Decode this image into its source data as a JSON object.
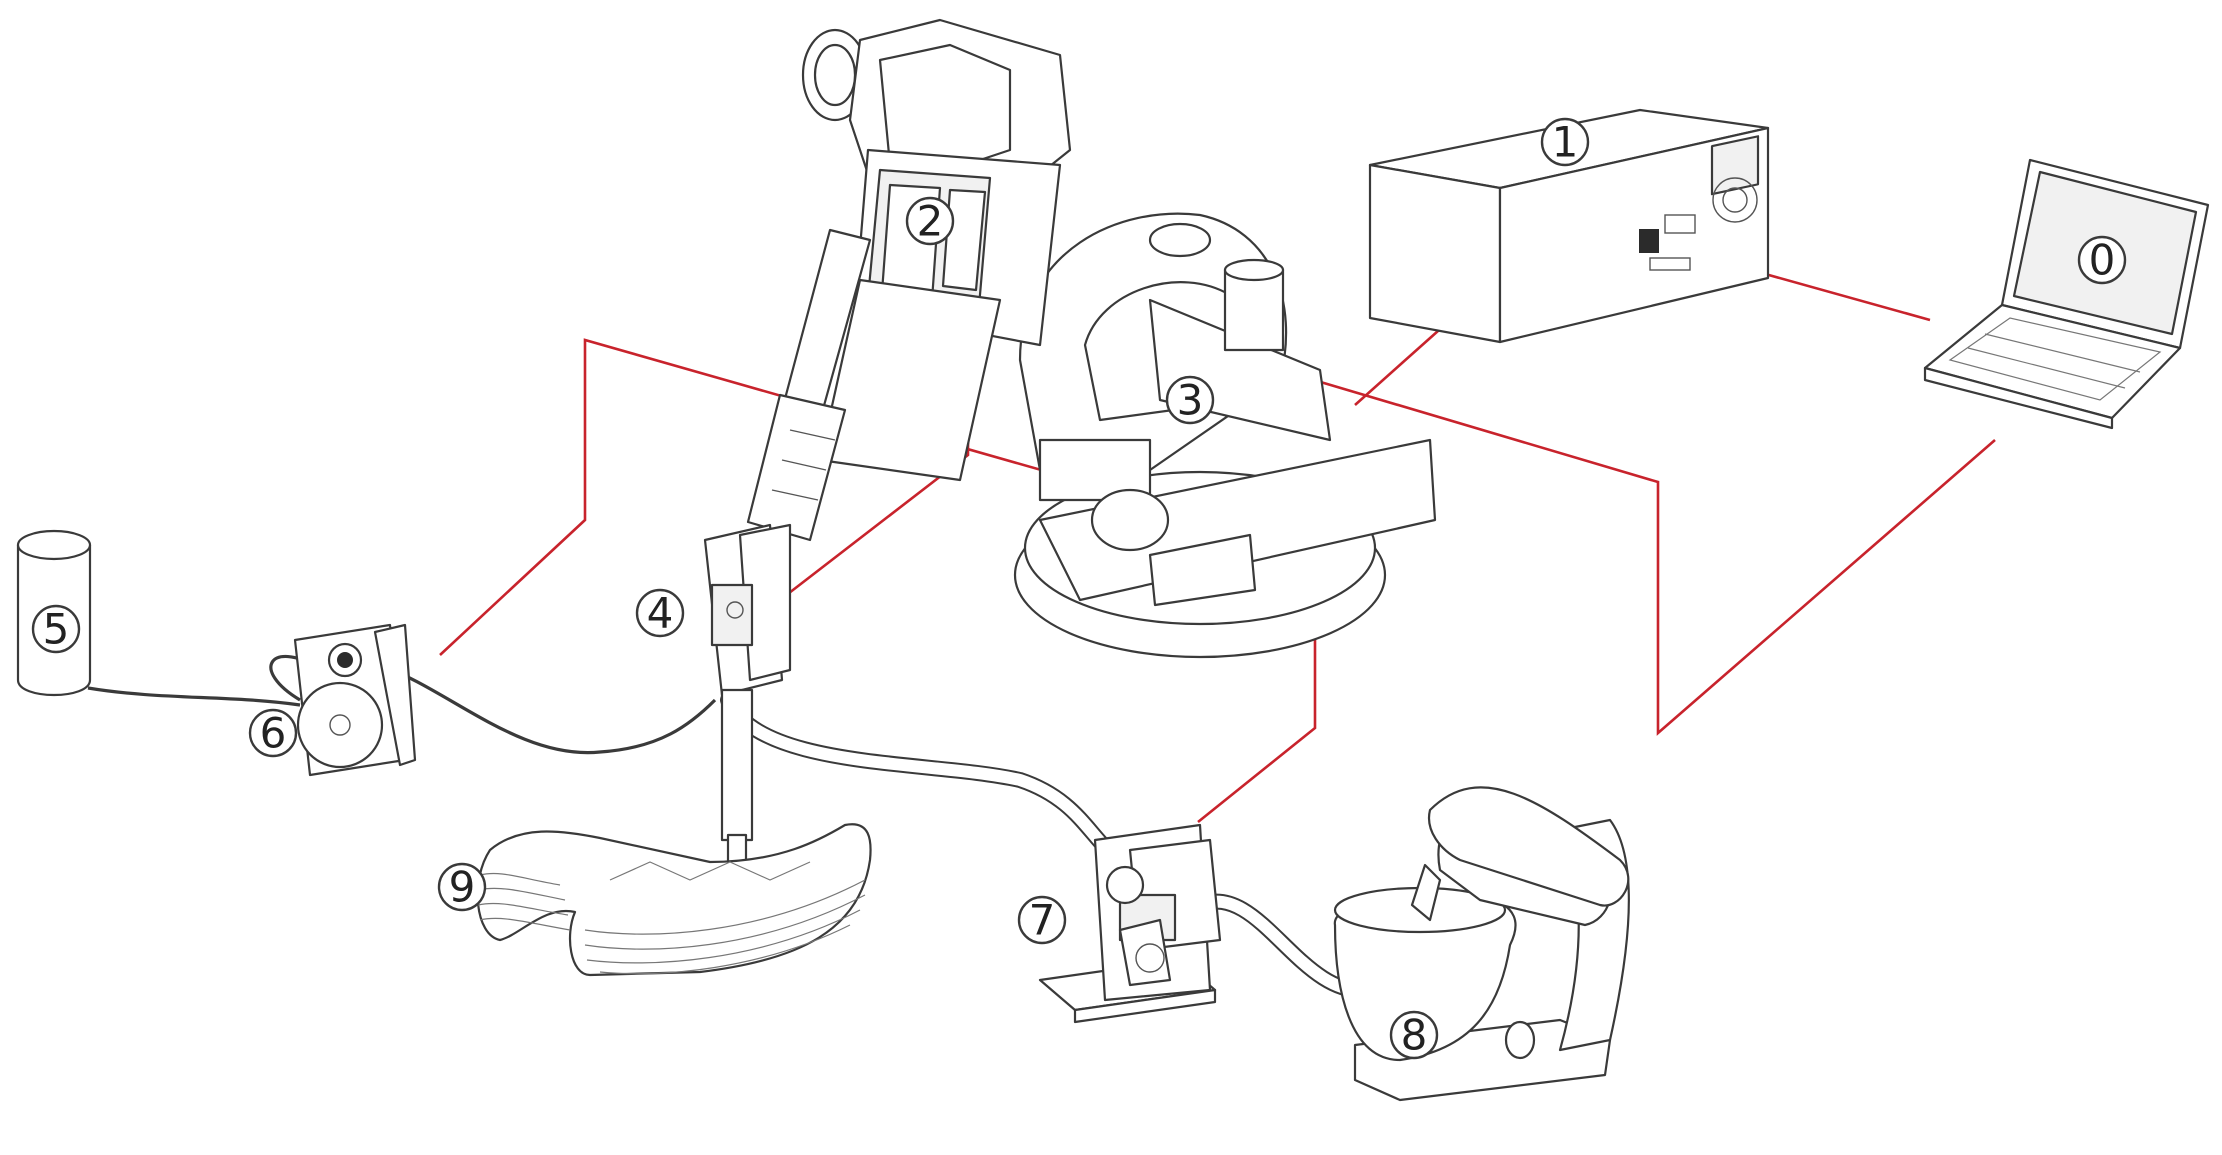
{
  "components": [
    {
      "id": "laptop",
      "number": "0"
    },
    {
      "id": "controller",
      "number": "1"
    },
    {
      "id": "robot-arm",
      "number": "2"
    },
    {
      "id": "robot-base",
      "number": "3"
    },
    {
      "id": "print-head",
      "number": "4"
    },
    {
      "id": "accelerator-container",
      "number": "5"
    },
    {
      "id": "accelerator-pump",
      "number": "6"
    },
    {
      "id": "concrete-pump",
      "number": "7"
    },
    {
      "id": "mixer",
      "number": "8"
    },
    {
      "id": "printed-object",
      "number": "9"
    }
  ],
  "colors": {
    "ink": "#3a3a3a",
    "signal_wire": "#c8232c",
    "background": "#ffffff"
  }
}
